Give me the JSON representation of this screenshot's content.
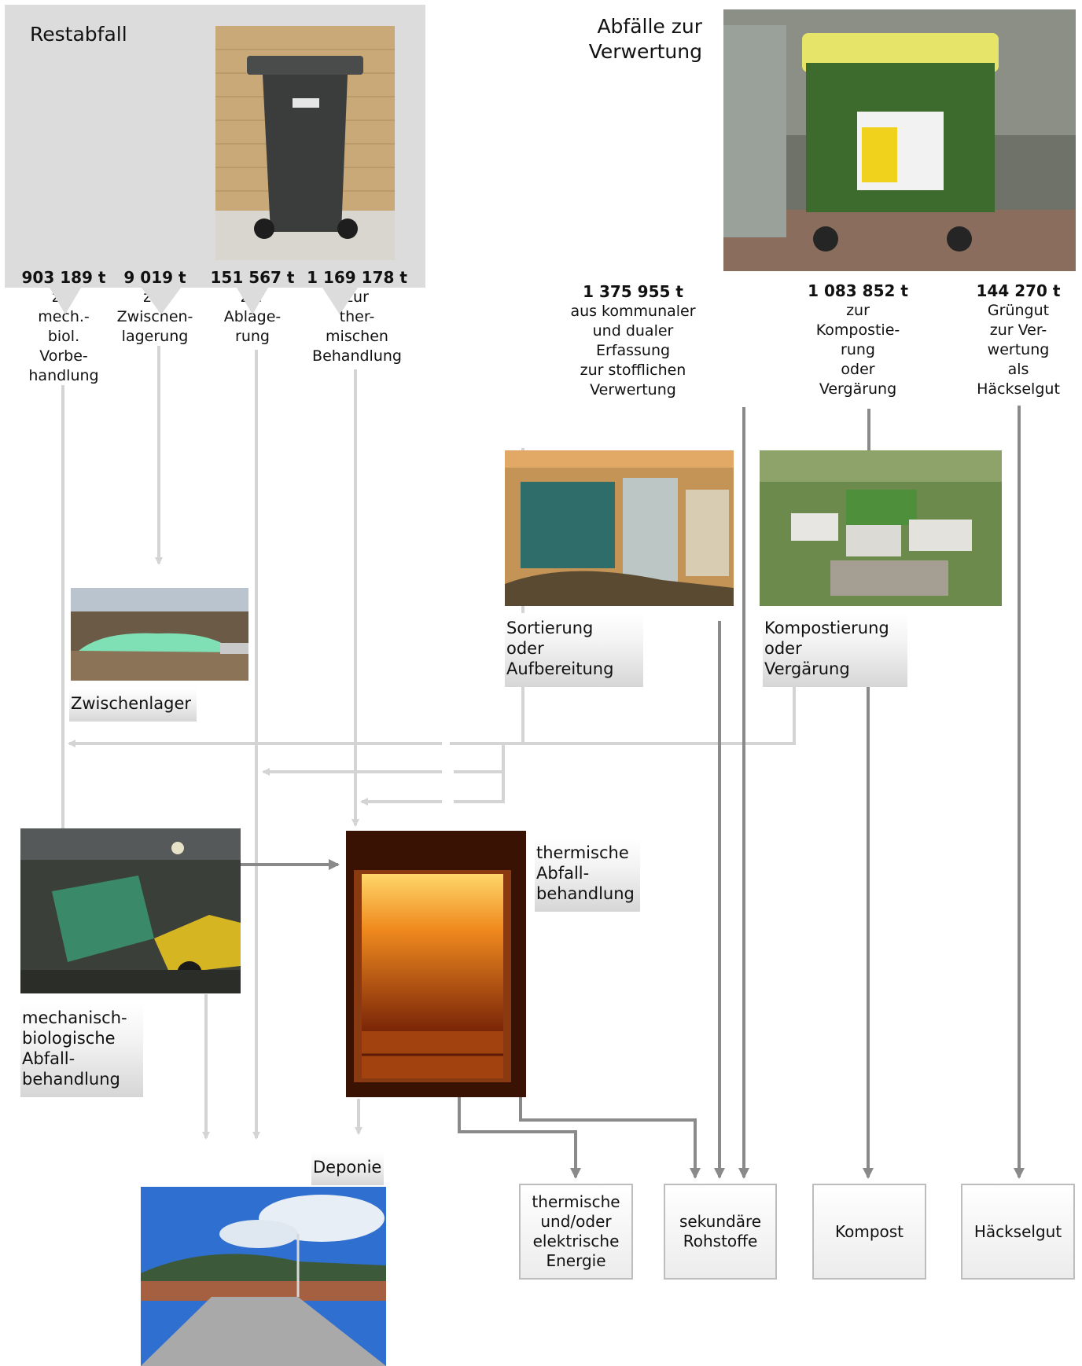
{
  "restabfall": {
    "title": "Restabfall",
    "streams": [
      {
        "amount": "903 189 t",
        "desc": [
          "zur",
          "mech.-",
          "biol.",
          "Vorbe-",
          "handlung"
        ]
      },
      {
        "amount": "9 019 t",
        "desc": [
          "zur",
          "Zwischen-",
          "lagerung"
        ]
      },
      {
        "amount": "151 567 t",
        "desc": [
          "zur",
          "Ablage-",
          "rung"
        ]
      },
      {
        "amount": "1 169 178 t",
        "desc": [
          "zur",
          "ther-",
          "mischen",
          "Behandlung"
        ]
      }
    ]
  },
  "verwertung": {
    "title": [
      "Abfälle zur",
      "Verwertung"
    ],
    "streams": [
      {
        "amount": "1 375 955 t",
        "desc": [
          "aus kommunaler",
          "und dualer",
          "Erfassung",
          "zur stofflichen",
          "Verwertung"
        ]
      },
      {
        "amount": "1 083 852 t",
        "desc": [
          "zur",
          "Kompostie-",
          "rung",
          "oder",
          "Vergärung"
        ]
      },
      {
        "amount": "144 270 t",
        "desc": [
          "Grüngut",
          "zur Ver-",
          "wertung",
          "als",
          "Häckselgut"
        ]
      }
    ]
  },
  "facilities": {
    "zwischenlager": "Zwischenlager",
    "sortierung": [
      "Sortierung oder",
      "Aufbereitung"
    ],
    "kompostierung": [
      "Kompostierung oder",
      "Vergärung"
    ],
    "mba": [
      "mechanisch-",
      "biologische",
      "Abfall-",
      "behandlung"
    ],
    "thermisch": [
      "thermische",
      "Abfall-",
      "behandlung"
    ],
    "deponie": "Deponie"
  },
  "outputs": {
    "energie": [
      "thermische",
      "und/oder",
      "elektrische",
      "Energie"
    ],
    "rohstoffe": [
      "sekundäre",
      "Rohstoffe"
    ],
    "kompost": "Kompost",
    "haeckselgut": "Häckselgut"
  },
  "colors": {
    "panel": "#dcdcdc",
    "arrow_light": "#d4d4d4",
    "arrow_dark": "#8a8a8a"
  },
  "icons": [
    "waste-bin-photo",
    "recycling-container-photo",
    "storage-bales-photo",
    "sorting-plant-photo",
    "composting-plant-photo",
    "mba-plant-photo",
    "incinerator-fire-photo",
    "landfill-photo"
  ]
}
